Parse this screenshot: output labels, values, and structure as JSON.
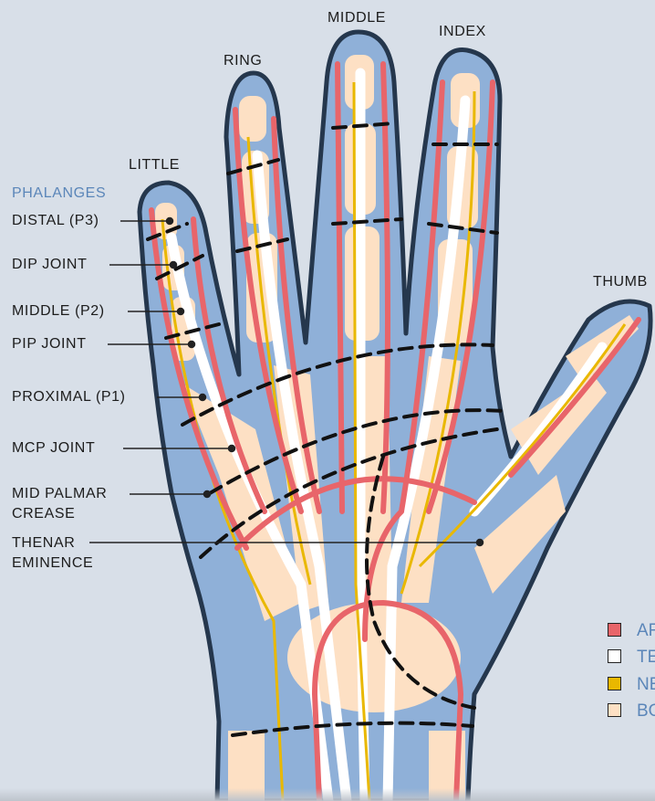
{
  "finger_labels": {
    "little": "LITTLE",
    "ring": "RING",
    "middle": "MIDDLE",
    "index": "INDEX",
    "thumb": "THUMB"
  },
  "callouts": {
    "heading": "PHALANGES",
    "distal": "DISTAL (P3)",
    "dip_joint": "DIP JOINT",
    "middle": "MIDDLE (P2)",
    "pip_joint": "PIP JOINT",
    "proximal": "PROXIMAL (P1)",
    "mcp_joint": "MCP JOINT",
    "mid_palmar_crease": [
      "MID PALMAR",
      "CREASE"
    ],
    "thenar_eminence": [
      "THENAR",
      "EMINENCE"
    ]
  },
  "legend": [
    {
      "key": "artery",
      "label": "AR",
      "color": "#e8656a"
    },
    {
      "key": "tendon",
      "label": "TE",
      "color": "#ffffff"
    },
    {
      "key": "nerve",
      "label": "NE",
      "color": "#e9b800"
    },
    {
      "key": "bone",
      "label": "BO",
      "color": "#fde0c4"
    }
  ],
  "colors": {
    "background": "#d8dfe8",
    "skin": "#8fb0d8",
    "outline": "#25374d",
    "bone": "#fde0c4",
    "tendon": "#ffffff",
    "artery": "#e8656a",
    "nerve": "#e9b800",
    "accent_text": "#5b86b9"
  }
}
